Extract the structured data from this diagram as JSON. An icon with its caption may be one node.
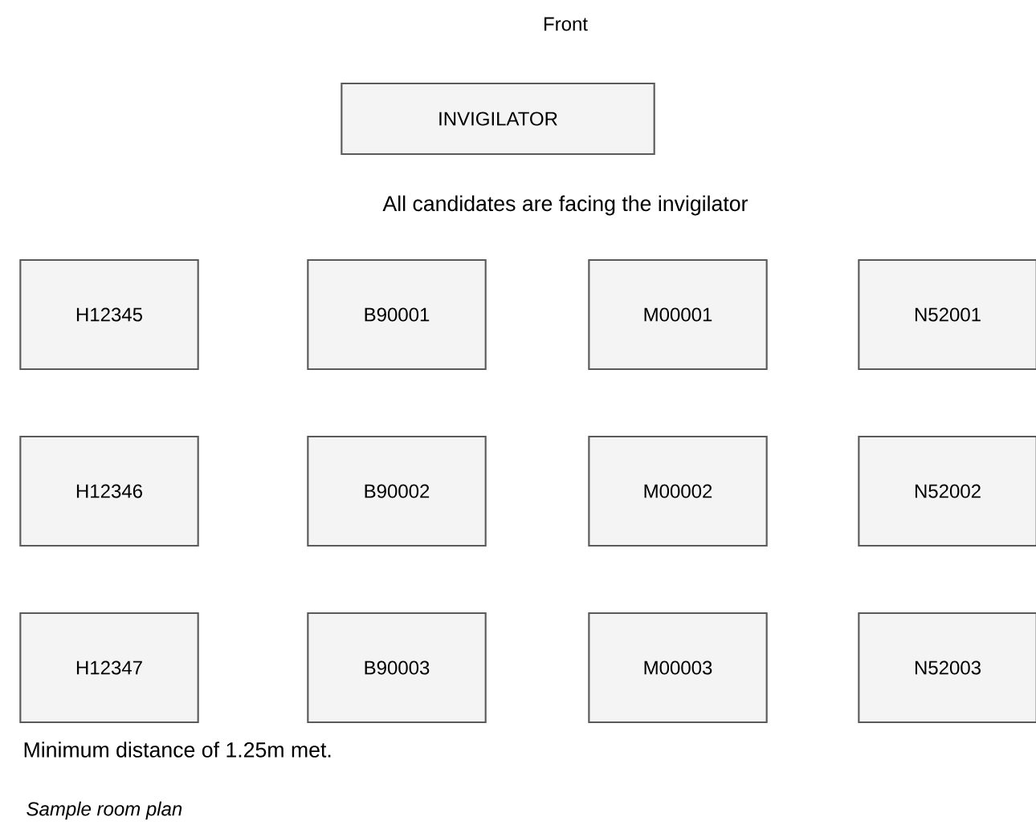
{
  "diagram": {
    "title": "Front",
    "caption": "Sample room plan",
    "nodes": [
      {
        "text": [
          "INVIGILATOR"
        ]
      },
      {
        "text": [
          "H12345"
        ]
      },
      {
        "text": [
          "B90001"
        ]
      },
      {
        "text": [
          "M00001"
        ]
      },
      {
        "text": [
          "N52001"
        ]
      },
      {
        "text": [
          "H12346"
        ]
      },
      {
        "text": [
          "B90002"
        ]
      },
      {
        "text": [
          "M00002"
        ]
      },
      {
        "text": [
          "N52002"
        ]
      },
      {
        "text": [
          "H12347"
        ]
      },
      {
        "text": [
          "B90003"
        ]
      },
      {
        "text": [
          "M00003"
        ]
      },
      {
        "text": [
          "N52003"
        ]
      }
    ],
    "labels": [
      "All candidates are facing the invigilator",
      "Minimum distance of 1.25m met."
    ]
  }
}
